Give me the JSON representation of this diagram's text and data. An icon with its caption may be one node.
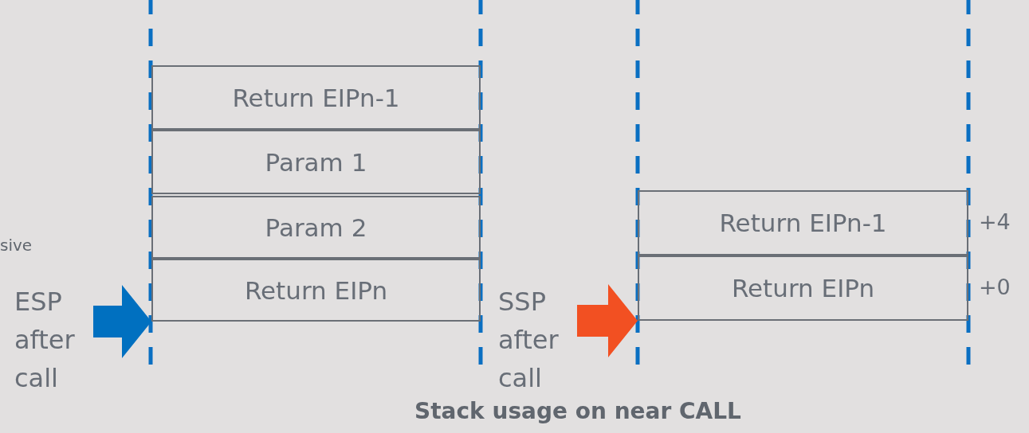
{
  "diagram": {
    "caption": "Stack usage on near CALL",
    "nodes": [
      {
        "text": [
          "Return EIPn-1"
        ]
      },
      {
        "text": [
          "Param 1"
        ]
      },
      {
        "text": [
          "Param 2"
        ]
      },
      {
        "text": [
          "Return EIPn"
        ]
      },
      {
        "text": [
          "Return EIPn-1"
        ],
        "beside": [
          "+4"
        ]
      },
      {
        "text": [
          "Return EIPn"
        ],
        "beside": [
          "+0"
        ]
      },
      {
        "text": [
          "ESP after call"
        ]
      },
      {
        "text": [
          "SSP after call"
        ]
      }
    ],
    "edges": [
      {
        "from": 6,
        "to": 3,
        "arrow": "to",
        "style": "thick",
        "color": "#0070c0"
      },
      {
        "from": 7,
        "to": 5,
        "arrow": "to",
        "style": "thick",
        "color": "#f25022"
      }
    ],
    "labels": [
      "sive"
    ]
  }
}
